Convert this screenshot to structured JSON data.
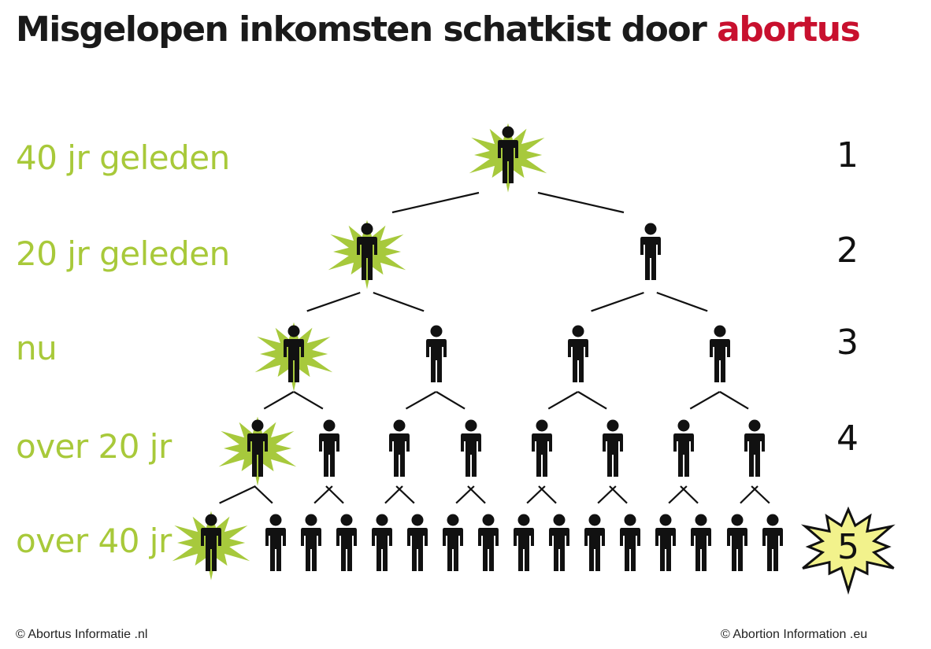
{
  "title": {
    "main": "Misgelopen inkomsten schatkist door",
    "accent": "abortus"
  },
  "rows": [
    {
      "label": "40 jr geleden",
      "number": "1"
    },
    {
      "label": "20 jr geleden",
      "number": "2"
    },
    {
      "label": "nu",
      "number": "3"
    },
    {
      "label": "over 20 jr",
      "number": "4"
    },
    {
      "label": "over 40 jr",
      "number": "5"
    }
  ],
  "footer": {
    "left": "© Abortus Informatie .nl",
    "right": "© Abortion Information .eu"
  },
  "colors": {
    "label_green": "#a8c93a",
    "starburst_green": "#a7c93c",
    "starburst_yellow": "#f2f28c",
    "accent_red": "#c8102e",
    "figure_black": "#111111"
  },
  "icons": {
    "person": "person-icon",
    "burst": "starburst-icon"
  }
}
